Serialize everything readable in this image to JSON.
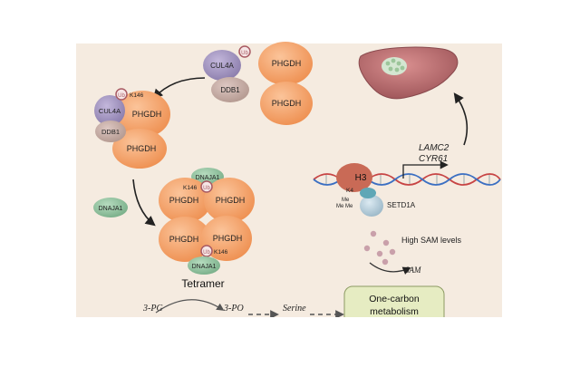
{
  "colors": {
    "panel_bg": "#f5ebe0",
    "phgdh": "#f29b60",
    "phgdh_light": "#f7b584",
    "cul4a": "#9c8fb8",
    "ddb1": "#c0a9a3",
    "dnaja1": "#8cbf9a",
    "ub": "#a95b64",
    "h3": "#c96a56",
    "setd1a": "#b5ccd8",
    "sam_dot": "#c9a0aa",
    "liver": "#b86d70",
    "dna_red": "#c74444",
    "dna_blue": "#3b6fc2",
    "box_green": "#e6ecc2"
  },
  "labels": {
    "phgdh": "PHGDH",
    "cul4a": "CUL4A",
    "ddb1": "DDB1",
    "ub": "Ub",
    "k146": "K146",
    "dnaja1": "DNAJA1",
    "tetramer": "Tetramer",
    "h3": "H3",
    "k4": "K4",
    "me": "Me",
    "me_me": "Me Me",
    "setd1a": "SETD1A",
    "high_sam": "High SAM levels",
    "sam": "SAM",
    "lamc2": "LAMC2",
    "cyr61": "CYR61",
    "pg3": "3-PG",
    "po3": "3-PO",
    "serine": "Serine",
    "one_carbon_line1": "One-carbon",
    "one_carbon_line2": "metabolism"
  }
}
